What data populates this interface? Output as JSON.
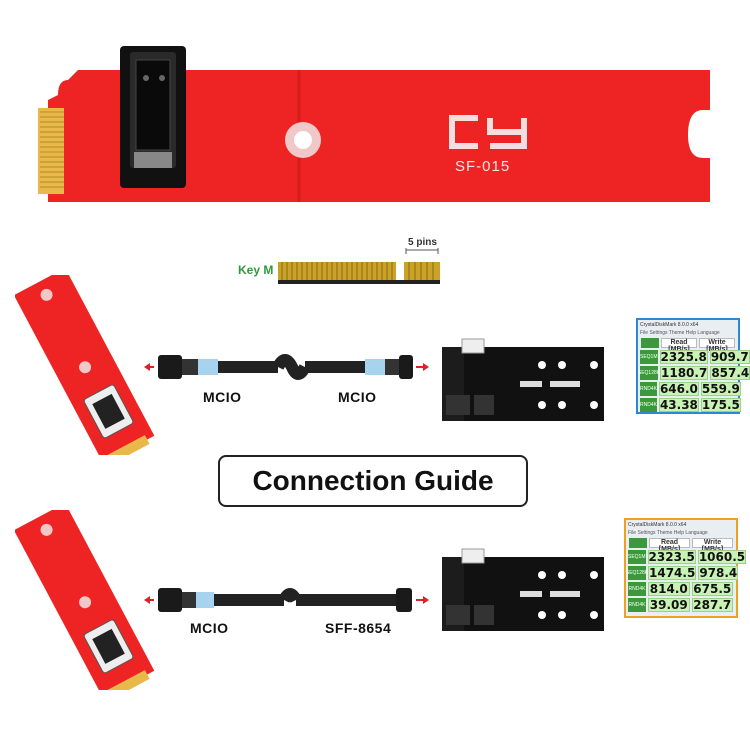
{
  "board": {
    "logo": "CY",
    "model": "SF-015"
  },
  "connector_diagram": {
    "key_label": "Key M",
    "pins_label": "5 pins"
  },
  "row1": {
    "left_label": "MCIO",
    "right_label": "MCIO"
  },
  "row2": {
    "left_label": "MCIO",
    "right_label": "SFF-8654"
  },
  "guide": {
    "title": "Connection Guide"
  },
  "bench1": {
    "title": "CrystalDiskMark 8.0.0 x64",
    "menu": "File Settings Theme Help Language",
    "headers": [
      "Read [MB/s]",
      "Write [MB/s]"
    ],
    "rows": [
      {
        "label": "SEQ1M",
        "read": "2325.8",
        "write": "909.7"
      },
      {
        "label": "SEQ128K",
        "read": "1180.7",
        "write": "857.4"
      },
      {
        "label": "RND4K",
        "read": "646.0",
        "write": "559.9"
      },
      {
        "label": "RND4K",
        "read": "43.38",
        "write": "175.5"
      }
    ]
  },
  "bench2": {
    "title": "CrystalDiskMark 8.0.0 x64",
    "menu": "File Settings Theme Help Language",
    "headers": [
      "Read [MB/s]",
      "Write [MB/s]"
    ],
    "rows": [
      {
        "label": "SEQ1M",
        "read": "2323.5",
        "write": "1060.5"
      },
      {
        "label": "SEQ128K",
        "read": "1474.5",
        "write": "978.4"
      },
      {
        "label": "RND4K",
        "read": "814.0",
        "write": "675.5"
      },
      {
        "label": "RND4K",
        "read": "39.09",
        "write": "287.7"
      }
    ]
  },
  "colors": {
    "pcb_red": "#ee2424",
    "gold": "#c9a227",
    "bench1_border": "#2e86d6",
    "bench2_border": "#f0a020"
  }
}
